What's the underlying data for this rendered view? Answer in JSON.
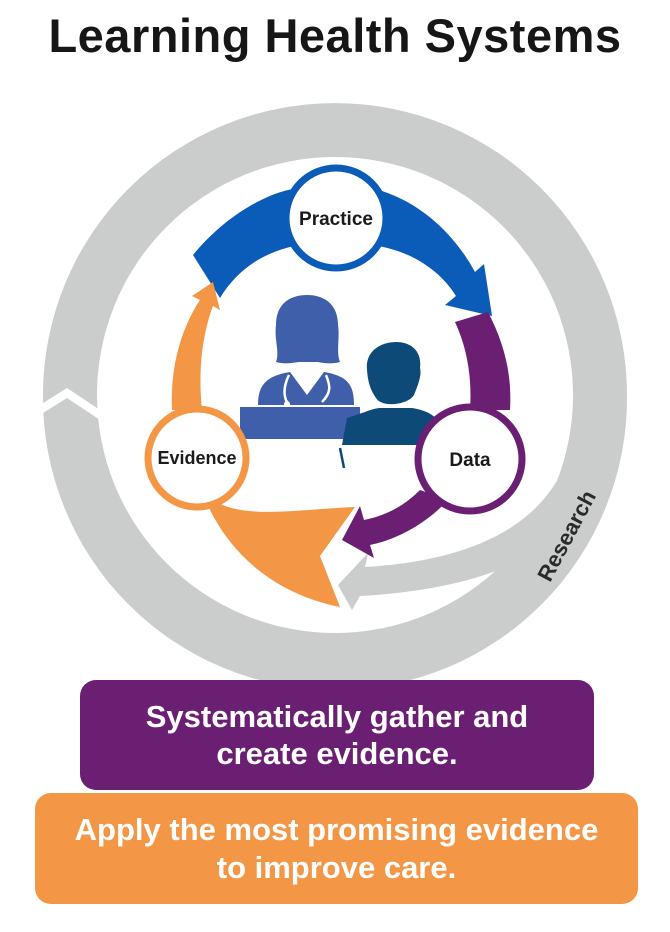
{
  "title": "Learning Health Systems",
  "colors": {
    "practice": "#0a5cb8",
    "data": "#6b1f73",
    "evidence": "#f39645",
    "research": "#cbcccc",
    "doctor": "#3f5faa",
    "patient": "#0e4a78",
    "title_text": "#161616"
  },
  "cycle": {
    "nodes": [
      {
        "id": "practice",
        "label": "Practice"
      },
      {
        "id": "data",
        "label": "Data"
      },
      {
        "id": "evidence",
        "label": "Evidence"
      }
    ],
    "flow": [
      "Practice",
      "Data",
      "Evidence",
      "Practice"
    ],
    "outer_loop_label": "Research",
    "center_icons": [
      "doctor-icon",
      "patient-icon"
    ]
  },
  "boxes": {
    "gather": {
      "line1": "Systematically gather and",
      "line2": "create evidence."
    },
    "apply": {
      "line1": "Apply the most promising evidence",
      "line2": "to improve care."
    }
  }
}
